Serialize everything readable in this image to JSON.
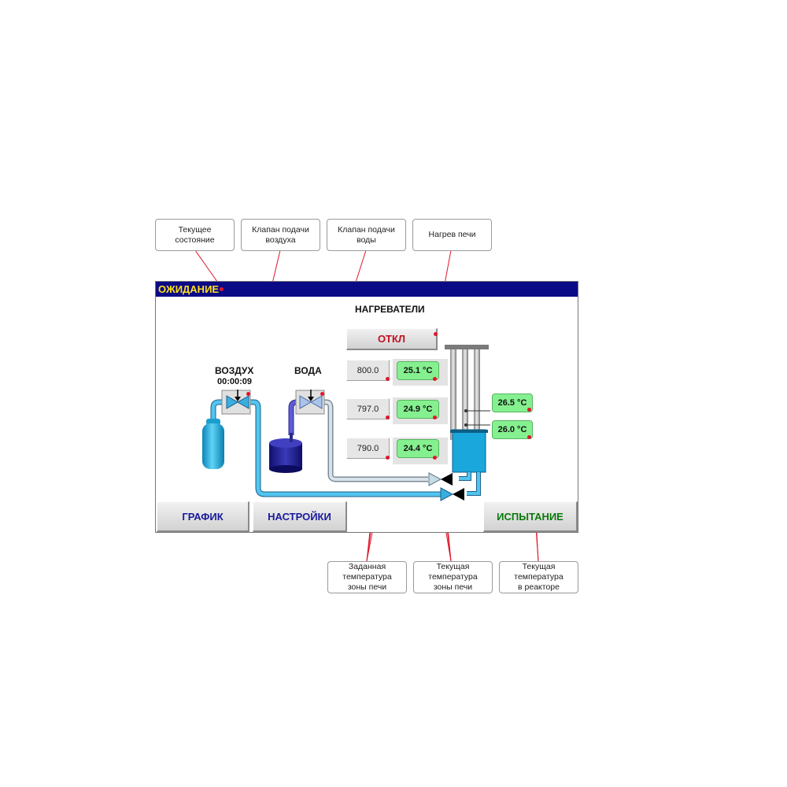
{
  "callouts": {
    "current_state": "Текущее\nсостояние",
    "air_valve": "Клапан подачи\nвоздуха",
    "water_valve": "Клапан подачи\nводы",
    "furnace_heating": "Нагрев печи",
    "setpoint_temp": "Заданная\nтемпература\nзоны печи",
    "zone_temp": "Текущая\nтемпература\nзоны печи",
    "reactor_temp": "Текущая\nтемпература\nв реакторе"
  },
  "hmi": {
    "state": "ОЖИДАНИЕ",
    "heaters_title": "НАГРЕВАТЕЛИ",
    "heaters_button": "ОТКЛ",
    "air": {
      "label": "ВОЗДУХ",
      "timer": "00:00:09"
    },
    "water": {
      "label": "ВОДА"
    },
    "zones": [
      {
        "setpoint": "800.0",
        "current": "25.1 °C"
      },
      {
        "setpoint": "797.0",
        "current": "24.9 °C"
      },
      {
        "setpoint": "790.0",
        "current": "24.4 °C"
      }
    ],
    "reactor": [
      {
        "temp": "26.5 °C"
      },
      {
        "temp": "26.0 °C"
      }
    ],
    "nav": {
      "chart": "ГРАФИК",
      "settings": "НАСТРОЙКИ",
      "test": "ИСПЫТАНИЕ"
    }
  },
  "colors": {
    "titlebar": "#0a0a86",
    "state_text": "#ffe01a",
    "off_button_text": "#c01020",
    "nav_blue": "#1a1a9c",
    "nav_green": "#0a7a0a",
    "readout_green": "#85f08f",
    "pipe": "#3aaee0",
    "marker": "#e0162b"
  }
}
